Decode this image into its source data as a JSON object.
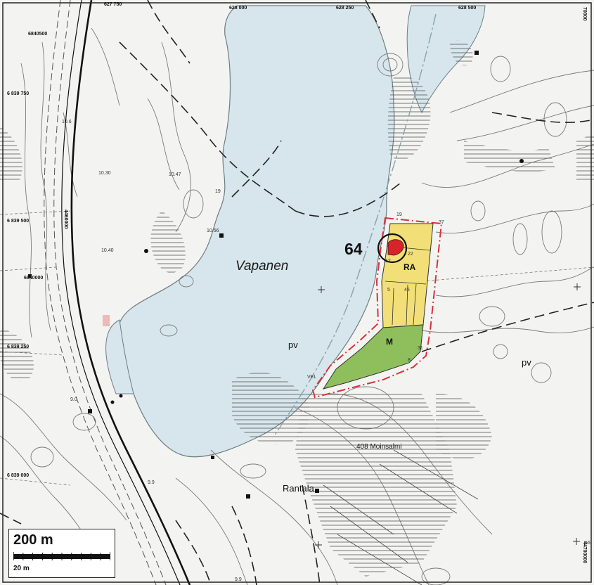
{
  "map": {
    "grid_top": [
      "627 750",
      "628 000",
      "628 250",
      "628 500"
    ],
    "grid_left": [
      "6840500",
      "6 839 750",
      "6 839 500",
      "6840000",
      "6 839 250",
      "6 839 000"
    ],
    "grid_right_top": "70000",
    "grid_right_bottom": "44700000",
    "grid_right_edge": "66",
    "road_vertical_label": "4460000",
    "lake_name": "Vapanen",
    "parcel_number": "64",
    "zone_ra": "RA",
    "zone_m": "M",
    "pv_left": "pv",
    "pv_right": "pv",
    "place_moinsalmi": "408 Moinsalmi",
    "place_rantala": "Rantala",
    "spot_labels": [
      "10.6",
      "10.30",
      "10.47",
      "10.40",
      "10.56",
      "9.0",
      "9.9",
      "9.9",
      "19",
      "22",
      "37",
      "12",
      "5",
      "45",
      "31",
      "8",
      "VEL",
      "19"
    ],
    "scale_big_label": "200 m",
    "scale_small_label": "20 m"
  }
}
